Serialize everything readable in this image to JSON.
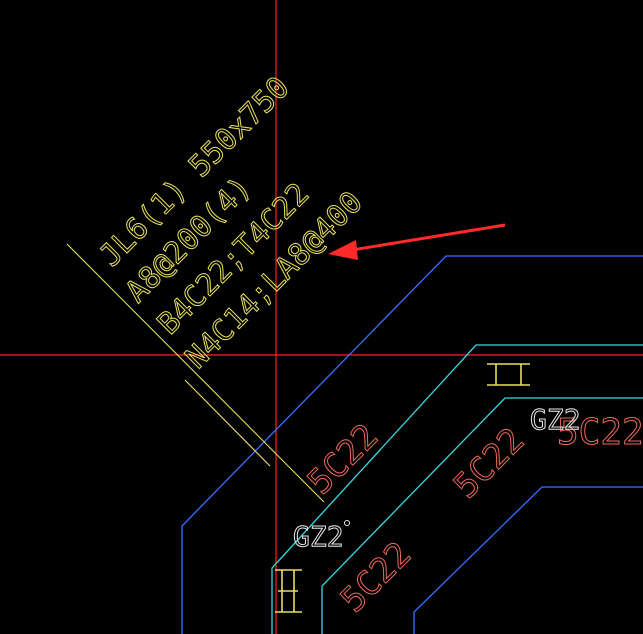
{
  "drawing": {
    "background_color": "#000000",
    "colors": {
      "crosshair": "#ff2020",
      "beam_annotation": "#e8e060",
      "rebar_label": "#f06a5a",
      "column_label": "#e8e8e8",
      "outer_wall": "#3a6fff",
      "inner_wall": "#38d8e0",
      "arrow": "#ff2a2a"
    },
    "beam_annotation": {
      "line1": "JL6(1) 550x750",
      "line2": "A8@200(4)",
      "line3": "B4C22;T4C22",
      "line4": "N4C14;LA8@400"
    },
    "rebar_labels": {
      "a": "5C22",
      "b": "5C22",
      "c": "5C22",
      "d": "5C22"
    },
    "column_labels": {
      "top": "GZ2",
      "bottom": "GZ2"
    },
    "icons": {
      "pointer": "red-arrow-icon",
      "column_symbol": "i-beam-symbol-icon"
    }
  }
}
